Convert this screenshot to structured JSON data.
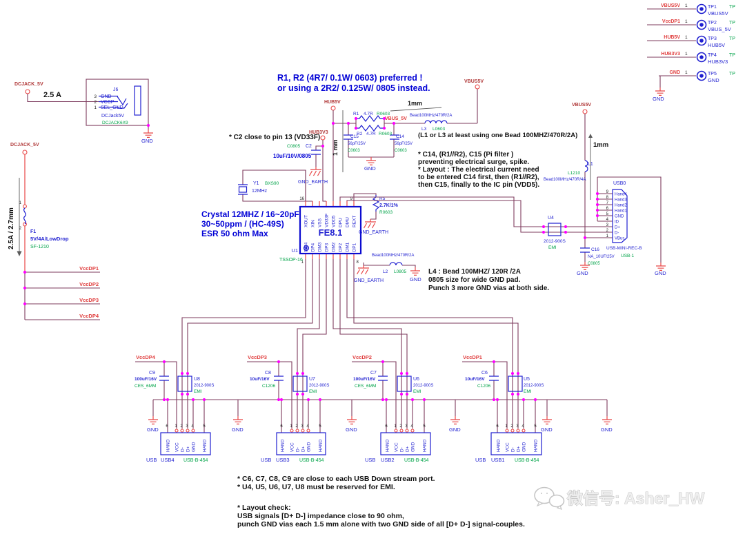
{
  "testpoints": {
    "pin": "1",
    "gnd": "GND",
    "items": [
      {
        "net": "VBUS5V",
        "ref": "TP1",
        "type": "TP",
        "name": "VBUS5V"
      },
      {
        "net": "VccDP1",
        "ref": "TP2",
        "type": "TP",
        "name": "VBUS_5V"
      },
      {
        "net": "HUB5V",
        "ref": "TP3",
        "type": "TP",
        "name": "HUB5V"
      },
      {
        "net": "HUB3V3",
        "ref": "TP4",
        "type": "TP",
        "name": "HUB3V3"
      },
      {
        "net": "GND",
        "ref": "TP5",
        "type": "TP",
        "name": "GND"
      }
    ]
  },
  "dcjack": {
    "port": "DCJACK_5V",
    "current": "2.5 A",
    "ref": "J6",
    "pin3": "3",
    "pin2": "2",
    "pin1": "1",
    "pin3_name": "GND",
    "pin2_name": "VCCP",
    "pin1_name": "SEL_GND",
    "value": "DCJack5V",
    "footprint": "DCJACK6X9",
    "gnd": "GND"
  },
  "fusecol": {
    "port": "DCJACK_5V",
    "dim": "2.5A / 2.7mm",
    "pin1": "1",
    "pin2": "2",
    "ref": "F1",
    "value": "5V/4A/LowDrop",
    "footprint": "SF-1210",
    "taps": [
      "VccDP1",
      "VccDP2",
      "VccDP3",
      "VccDP4"
    ]
  },
  "notes": {
    "r1r2": [
      "R1, R2 (4R7/ 0.1W/ 0603) preferred !",
      "or using a  2R2/ 0.125W/ 0805 instead."
    ],
    "c2": "* C2 close to pin 13 (VD33F)",
    "crystal": [
      "Crystal 12MHZ / 16~20pF",
      "30~50ppm / (HC-49S)",
      "ESR 50 ohm Max"
    ],
    "bead": "(L1 or L3 at least using one Bead 100MHZ/470R/2A)",
    "pifilter": [
      "* C14, (R1//R2), C15 (Pi filter )",
      "preventing electrical surge, spike.",
      "* Layout : The electrical current need",
      "to be entered C14 first, then (R1//R2),",
      "then C15,  finally to the IC pin (VDD5)."
    ],
    "l4": [
      "L4 :  Bead 100MHZ/ 120R /2A",
      "0805 size for wide GND pad.",
      "Punch 3 more GND vias at both side."
    ],
    "bottom": [
      "* C6, C7, C8, C9  are close to each USB Down stream port.",
      "* U4, U5, U6, U7, U8 must be reserved for EMI.",
      "* Layout check:",
      "USB signals [D+ D-] impedance close to 90 ohm,",
      "punch GND vias each 1.5 mm alone with two GND side of all [D+ D-] signal-couples."
    ]
  },
  "dims": {
    "r1mm": "1mm",
    "c1mm": "1 mm",
    "l1mm": "1mm"
  },
  "filter": {
    "hub5v": "HUB5V",
    "hub3v3": "HUB3V3",
    "r1_ref": "R1",
    "r1_val": "4.7R",
    "r1_fp": "R0603",
    "r2_ref": "R2",
    "r2_val": "4.7R",
    "r2_fp": "R0603",
    "vbus_net": "VBUS_5V",
    "c15_ref": "C15",
    "c15_val": "56pF/25V",
    "c15_fp": "C0603",
    "c14_ref": "C14",
    "c14_val": "56pF/25V",
    "c14_fp": "C0603",
    "gnd": "GND",
    "l3_val": "Bead100MHz/470R/2A",
    "l3_ref": "L3",
    "l3_fp": "L0603",
    "vbus_port": "VBUS5V"
  },
  "c2": {
    "fp": "C0805",
    "ref": "C2",
    "val": "10uF/10V/0805",
    "gnd": "GND_EARTH"
  },
  "xtal": {
    "ref": "Y1",
    "part": "BXS90",
    "freq": "12MHz"
  },
  "ic": {
    "ref": "U1",
    "name": "FE8.1",
    "fp": "TSSOP-16",
    "pn_tl": "16",
    "pn_tr": "9",
    "pn_bl": "1",
    "pn_br": "8",
    "top": [
      "XOUT",
      "XIN",
      "VSS",
      "VD33F",
      "VDD5",
      "DPU",
      "DMU",
      "REXT"
    ],
    "bottom": [
      "DM4",
      "DP4",
      "DM3",
      "DP3",
      "DM2",
      "DP2",
      "DM1",
      "DP1"
    ]
  },
  "r5": {
    "ref": "R5",
    "val": "2.7K/1%",
    "fp": "R0603",
    "gnd": "GND_EARTH"
  },
  "l2": {
    "val": "Bead100MHz/470R/2A",
    "ref": "L2",
    "fp": "L0805",
    "gnd_l": "GND_EARTH",
    "gnd_r": "GND"
  },
  "u4": {
    "ref": "U4",
    "val": "2012-900S",
    "type": "EMI"
  },
  "usb0": {
    "port": "VBUS5V",
    "l1_ref": "L1",
    "l1_fp": "L1210",
    "l1_val": "Bead100MHz/470R/4A",
    "ref": "USB0",
    "part": "USB-MINI-REC-B",
    "fp": "USB-1",
    "c16_ref": "C16",
    "c16_val": "NA_10UF/25V",
    "c16_fp": "C0805",
    "gnd": "GND",
    "pins": [
      {
        "n": "9",
        "name": "Hand4"
      },
      {
        "n": "8",
        "name": "Hand3"
      },
      {
        "n": "7",
        "name": "Hand2"
      },
      {
        "n": "6",
        "name": "Hand1"
      },
      {
        "n": "5",
        "name": "GND"
      },
      {
        "n": "4",
        "name": "ID"
      },
      {
        "n": "3",
        "name": "D+"
      },
      {
        "n": "2",
        "name": "D-"
      },
      {
        "n": "1",
        "name": "VBus"
      }
    ]
  },
  "groups": [
    {
      "net": "VccDP4",
      "cap_ref": "C9",
      "cap_val": "100uF/16V",
      "cap_fp": "CES_6MM",
      "ch_ref": "U8",
      "ch_val": "2012-900S",
      "ch_type": "EMI",
      "usb": "USB",
      "ref": "USB4",
      "fp": "USB-B-454",
      "pins": [
        "6",
        "1",
        "2",
        "3",
        "4",
        "5"
      ],
      "names": [
        "HAND",
        "VCC",
        "D-",
        "D+",
        "GND",
        "HAND"
      ]
    },
    {
      "net": "VccDP3",
      "cap_ref": "C8",
      "cap_val": "10uF/16V",
      "cap_fp": "C1206",
      "ch_ref": "U7",
      "ch_val": "2012-900S",
      "ch_type": "EMI",
      "usb": "USB",
      "ref": "USB3",
      "fp": "USB-B-454",
      "pins": [
        "6",
        "1",
        "2",
        "3",
        "4",
        "5"
      ],
      "names": [
        "HAND",
        "VCC",
        "D-",
        "D+",
        "GND",
        "HAND"
      ]
    },
    {
      "net": "VccDP2",
      "cap_ref": "C7",
      "cap_val": "100uF/16V",
      "cap_fp": "CES_6MM",
      "ch_ref": "U6",
      "ch_val": "2012-900S",
      "ch_type": "EMI",
      "usb": "USB",
      "ref": "USB2",
      "fp": "USB-B-454",
      "pins": [
        "6",
        "1",
        "2",
        "3",
        "4",
        "5"
      ],
      "names": [
        "HAND",
        "VCC",
        "D-",
        "D+",
        "GND",
        "HAND"
      ]
    },
    {
      "net": "VccDP1",
      "cap_ref": "C6",
      "cap_val": "10uF/16V",
      "cap_fp": "C1206",
      "ch_ref": "U5",
      "ch_val": "2012-900S",
      "ch_type": "EMI",
      "usb": "USB",
      "ref": "USB1",
      "fp": "USB-B-454",
      "pins": [
        "6",
        "1",
        "2",
        "3",
        "4",
        "5"
      ],
      "names": [
        "HAND",
        "VCC",
        "D-",
        "D+",
        "GND",
        "HAND"
      ]
    }
  ],
  "gnd": "GND",
  "gnd_earth": "GND_EARTH",
  "watermark": "微信号: Asher_HW"
}
